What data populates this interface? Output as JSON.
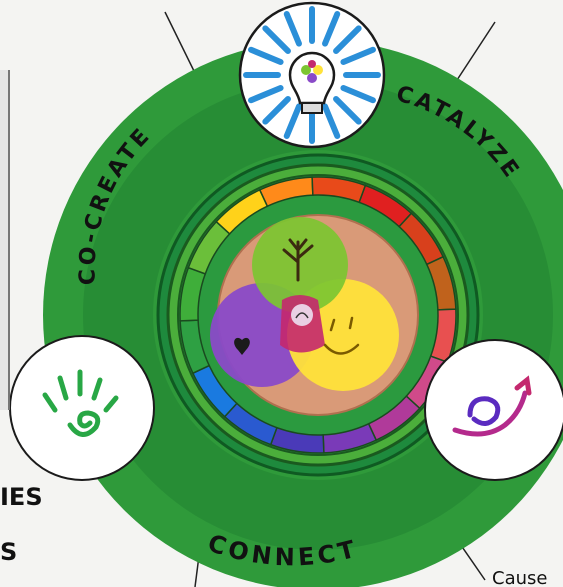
{
  "ring_labels": {
    "top_left": "CO-CREATE",
    "top_right": "CATALYZE",
    "bottom": "CONNECT"
  },
  "edge_text": {
    "left_1": "IES",
    "left_2": "S",
    "left_3": "",
    "bottom_right": "Cause"
  },
  "icons": {
    "top": "lightbulb-icon",
    "left": "handprint-spiral-icon",
    "right": "spiral-arrow-icon",
    "center_top": "tree-icon",
    "center_left": "heart-icon",
    "center_right": "smiley-icon",
    "center_middle": "hand-icon"
  },
  "colors": {
    "ring_outer": "#2f9a3a",
    "ring_inner": "#1f8a3a",
    "core_fill": "#d99a78",
    "circle_green": "#7cc531",
    "circle_purple": "#8a4ac8",
    "circle_yellow": "#ffe23a",
    "circle_magenta": "#c4286e"
  }
}
